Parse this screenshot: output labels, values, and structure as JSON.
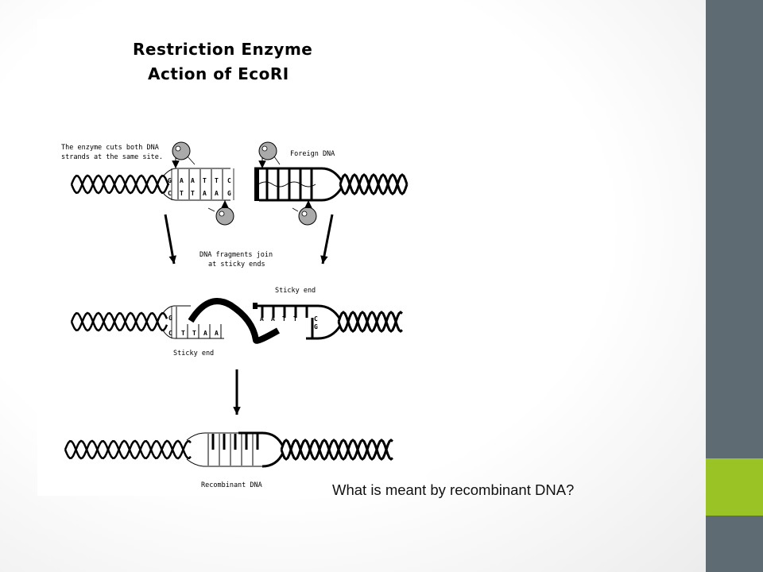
{
  "slide": {
    "colors": {
      "sidebar": "#5f6b72",
      "accent": "#9ac325",
      "background": "#ffffff"
    },
    "question": "What is meant by recombinant DNA?"
  },
  "diagram": {
    "title_line1": "Restriction Enzyme",
    "title_line2": "Action of EcoRI",
    "label_cut_line1": "The enzyme cuts both DNA",
    "label_cut_line2": "strands at the same site.",
    "label_foreign": "Foreign DNA",
    "label_join_line1": "DNA fragments join",
    "label_join_line2": "at sticky ends",
    "label_sticky_top": "Sticky end",
    "label_sticky_bottom": "Sticky end",
    "label_recombinant": "Recombinant DNA",
    "bases_stage1_top": [
      "G",
      "A",
      "A",
      "T",
      "T",
      "C"
    ],
    "bases_stage1_bottom": [
      "C",
      "T",
      "T",
      "A",
      "A",
      "G"
    ],
    "bases_stage2_left_top": [
      "G"
    ],
    "bases_stage2_left_bottom": [
      "C",
      "T",
      "T",
      "A",
      "A"
    ],
    "bases_stage2_right_top": [
      "A",
      "A",
      "T",
      "T",
      "C"
    ],
    "bases_stage2_right_bottom": [
      "G"
    ]
  }
}
